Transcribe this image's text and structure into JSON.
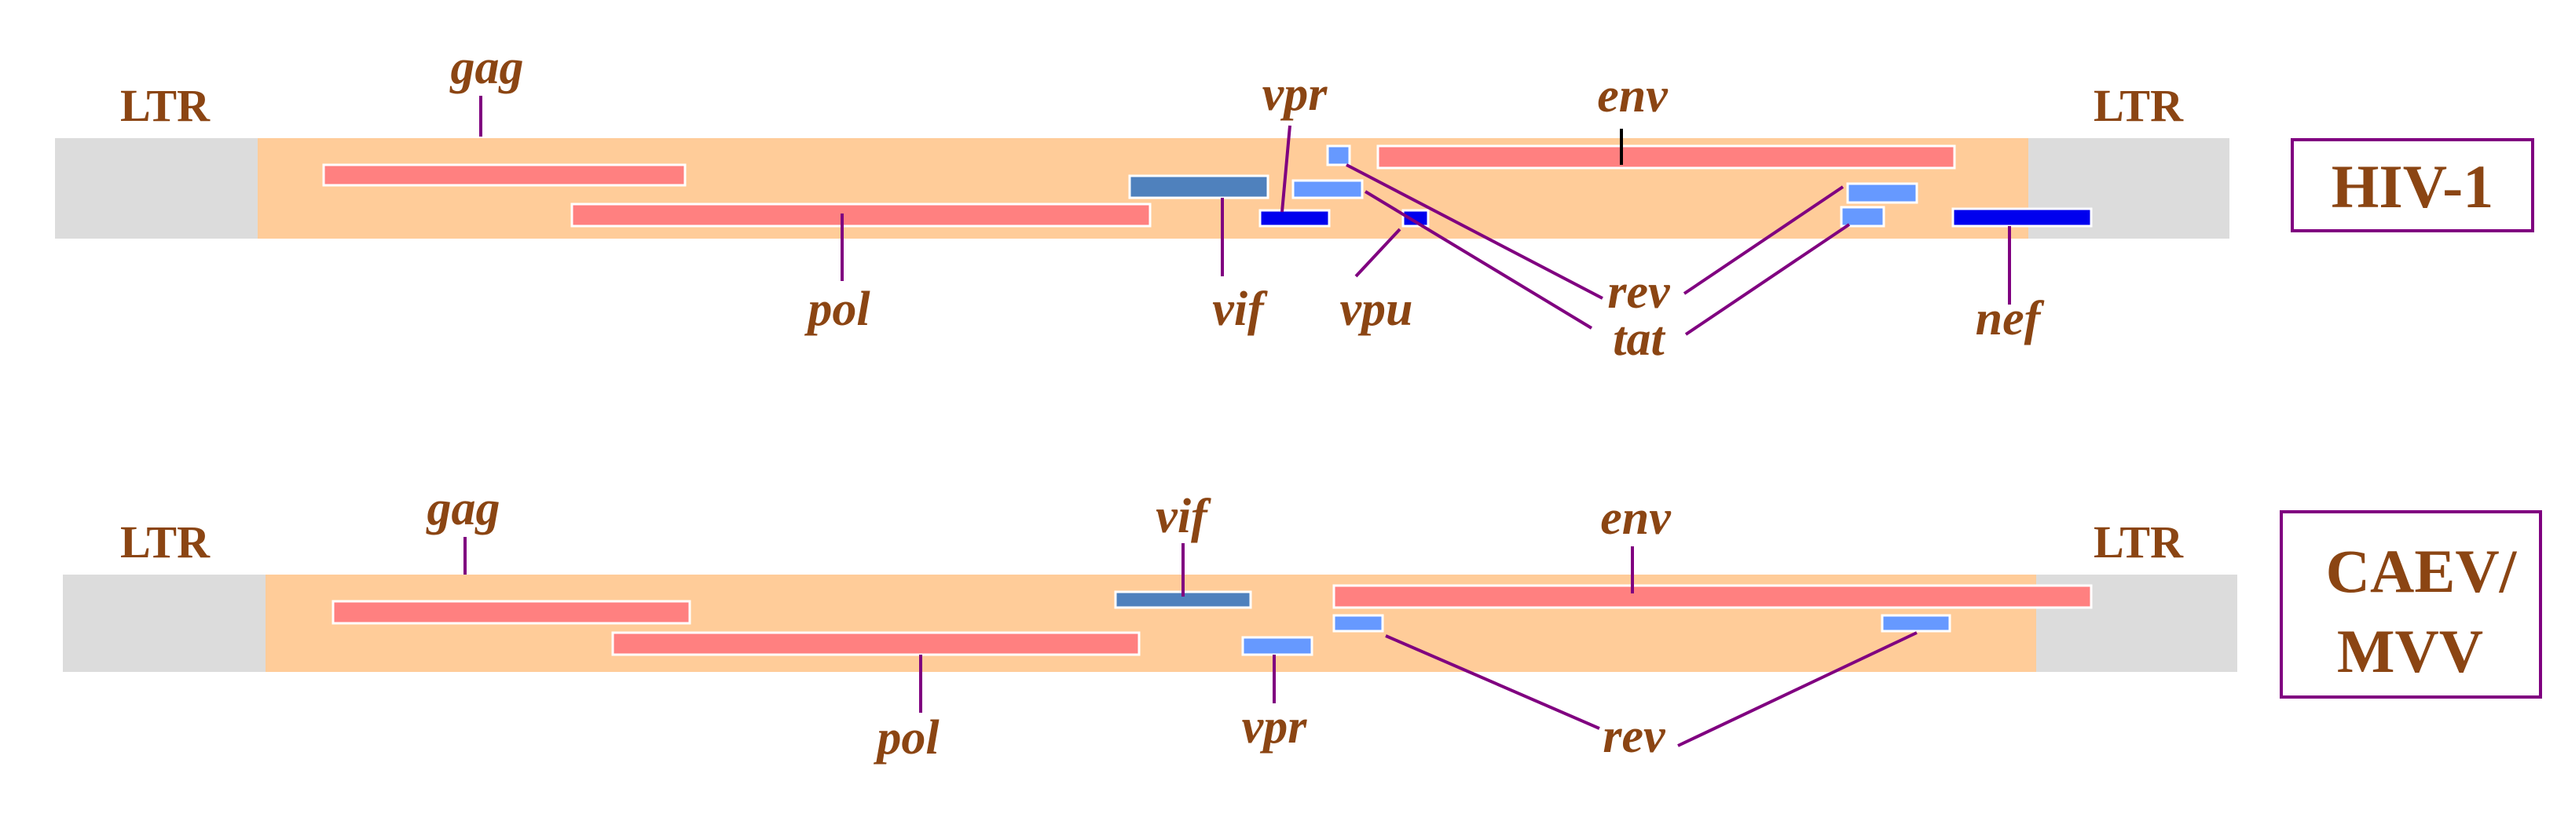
{
  "genomes": [
    {
      "name_lines": [
        "HIV-1"
      ],
      "ltr_left": "LTR",
      "ltr_right": "LTR",
      "genes": {
        "gag": "gag",
        "pol": "pol",
        "vif": "vif",
        "vpr": "vpr",
        "vpu": "vpu",
        "env": "env",
        "rev": "rev",
        "tat": "tat",
        "nef": "nef"
      }
    },
    {
      "name_lines": [
        "CAEV/",
        "MVV"
      ],
      "ltr_left": "LTR",
      "ltr_right": "LTR",
      "genes": {
        "gag": "gag",
        "pol": "pol",
        "vif": "vif",
        "vpr": "vpr",
        "env": "env",
        "rev": "rev"
      }
    }
  ],
  "colors": {
    "ltr": "#dcdcdc",
    "body": "#ffcc99",
    "structural": "#ff8080",
    "vif": "#4f81bd",
    "accessory_light": "#6699ff",
    "accessory_dark": "#0000ee",
    "leader": "#800080",
    "text": "#8b4513",
    "label_box": "#800080"
  }
}
